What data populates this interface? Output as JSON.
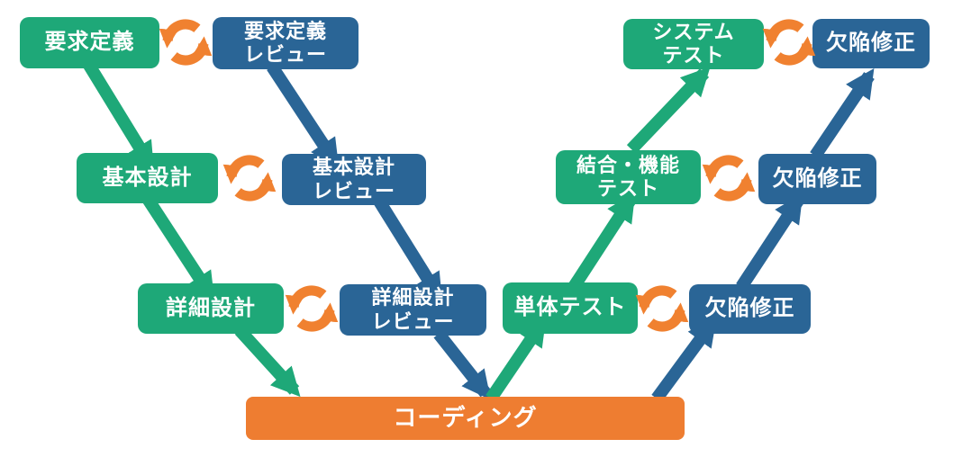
{
  "diagram": {
    "type": "v-model-process-diagram",
    "nodes": [
      {
        "id": "requirements",
        "label": "要求定義",
        "color": "green"
      },
      {
        "id": "requirements-review",
        "label": "要求定義\nレビュー",
        "color": "blue"
      },
      {
        "id": "basic-design",
        "label": "基本設計",
        "color": "green"
      },
      {
        "id": "basic-design-review",
        "label": "基本設計\nレビュー",
        "color": "blue"
      },
      {
        "id": "detailed-design",
        "label": "詳細設計",
        "color": "green"
      },
      {
        "id": "detailed-design-review",
        "label": "詳細設計\nレビュー",
        "color": "blue"
      },
      {
        "id": "coding",
        "label": "コーディング",
        "color": "orange"
      },
      {
        "id": "unit-test",
        "label": "単体テスト",
        "color": "green"
      },
      {
        "id": "defect-fix-unit",
        "label": "欠陥修正",
        "color": "blue"
      },
      {
        "id": "integration-test",
        "label": "結合・機能\nテスト",
        "color": "green"
      },
      {
        "id": "defect-fix-integration",
        "label": "欠陥修正",
        "color": "blue"
      },
      {
        "id": "system-test",
        "label": "システム\nテスト",
        "color": "green"
      },
      {
        "id": "defect-fix-system",
        "label": "欠陥修正",
        "color": "blue"
      }
    ],
    "edges": [
      {
        "from": "requirements",
        "to": "basic-design",
        "color": "green"
      },
      {
        "from": "basic-design",
        "to": "detailed-design",
        "color": "green"
      },
      {
        "from": "detailed-design",
        "to": "coding",
        "color": "green"
      },
      {
        "from": "requirements-review",
        "to": "basic-design-review",
        "color": "blue"
      },
      {
        "from": "basic-design-review",
        "to": "detailed-design-review",
        "color": "blue"
      },
      {
        "from": "detailed-design-review",
        "to": "coding",
        "color": "blue"
      },
      {
        "from": "coding",
        "to": "unit-test",
        "color": "green"
      },
      {
        "from": "unit-test",
        "to": "integration-test",
        "color": "green"
      },
      {
        "from": "integration-test",
        "to": "system-test",
        "color": "green"
      },
      {
        "from": "coding",
        "to": "defect-fix-unit",
        "color": "blue"
      },
      {
        "from": "defect-fix-unit",
        "to": "defect-fix-integration",
        "color": "blue"
      },
      {
        "from": "defect-fix-integration",
        "to": "defect-fix-system",
        "color": "blue"
      }
    ],
    "sync_icons": [
      {
        "name": "sync-arrows-icon",
        "between": [
          "requirements",
          "requirements-review"
        ]
      },
      {
        "name": "sync-arrows-icon",
        "between": [
          "basic-design",
          "basic-design-review"
        ]
      },
      {
        "name": "sync-arrows-icon",
        "between": [
          "detailed-design",
          "detailed-design-review"
        ]
      },
      {
        "name": "sync-arrows-icon",
        "between": [
          "unit-test",
          "defect-fix-unit"
        ]
      },
      {
        "name": "sync-arrows-icon",
        "between": [
          "integration-test",
          "defect-fix-integration"
        ]
      },
      {
        "name": "sync-arrows-icon",
        "between": [
          "system-test",
          "defect-fix-system"
        ]
      }
    ]
  },
  "colors": {
    "green": "#1EA878",
    "blue": "#2A6596",
    "orange": "#EE7D31",
    "icon_orange": "#F08130",
    "text": "#FFFFFF",
    "background": "#FFFFFF"
  }
}
